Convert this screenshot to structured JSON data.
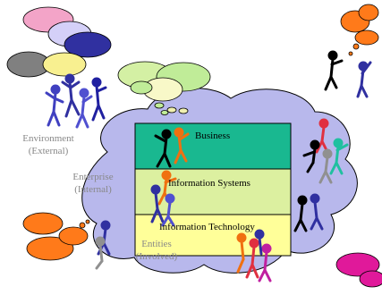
{
  "labels": {
    "environment_line1": "Environment",
    "environment_line2": "(External)",
    "enterprise_line1": "Enterprise",
    "enterprise_line2": "(Internal)",
    "entities_line1": "Entities",
    "entities_line2": "(Involved)"
  },
  "layers": {
    "business": "Business",
    "information_systems": "Information Systems",
    "information_technology": "Information Technology"
  },
  "colors": {
    "enterprise_cloud": "#b8b8ec",
    "business_layer": "#19b890",
    "information_systems_layer": "#dcf0a0",
    "information_technology_layer": "#ffff99",
    "label_gray": "#888888"
  },
  "icons": {
    "people": "stick-figure-people",
    "thought_clouds": "thought-bubble-clouds"
  }
}
